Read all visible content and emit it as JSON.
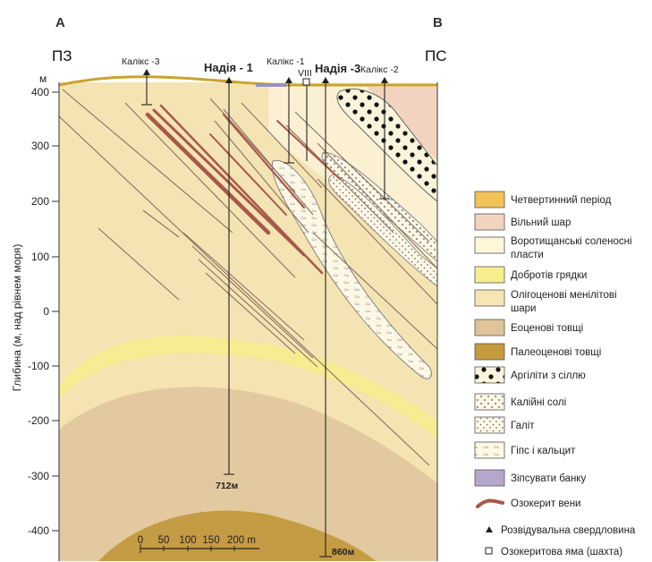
{
  "corner_labels": {
    "left": "A",
    "right": "B"
  },
  "side_labels": {
    "left": "ПЗ",
    "right": "ПС"
  },
  "depth_unit": "м",
  "y_axis_title": "Глибина (м, над рівнем моря)",
  "y_ticks": [
    "400",
    "300",
    "200",
    "100",
    "0",
    "-100",
    "-200",
    "-300",
    "-400"
  ],
  "wells": [
    {
      "name": "Калікс -3"
    },
    {
      "name": "Надія - 1",
      "depth_label": "712м"
    },
    {
      "name": "Калікс -1"
    },
    {
      "name": "VIII"
    },
    {
      "name": "Надія -3",
      "depth_label": "860м"
    },
    {
      "name": "Калікс -2"
    }
  ],
  "scale_bar": {
    "labels": [
      "0",
      "50",
      "100",
      "150",
      "200 m"
    ]
  },
  "legend": [
    {
      "label": "Четвертинний період",
      "color": "#f0c257"
    },
    {
      "label": "Вільний шар",
      "color": "#f2d3c0"
    },
    {
      "label": "Воротищанські соленосні пласти",
      "color": "#fdf6d9"
    },
    {
      "label": "Добротів грядки",
      "color": "#f7ee90"
    },
    {
      "label": "Олігоценові менілітові шари",
      "color": "#f6e6b6"
    },
    {
      "label": "Еоценові товщі",
      "color": "#dfc49a"
    },
    {
      "label": "Палеоценові товщі",
      "color": "#c59b3d"
    },
    {
      "label": "Аргіліти з сіллю"
    },
    {
      "label": "Калійні солі"
    },
    {
      "label": "Галіт"
    },
    {
      "label": "Гіпс і кальцит"
    },
    {
      "label": "Зіпсувати банку",
      "color": "#b5a6cc"
    },
    {
      "label": "Озокерит вени",
      "color": "#a8584a"
    },
    {
      "label": "Розвідувальна свердловина"
    },
    {
      "label": "Озокеритова яма (шахта)"
    }
  ]
}
